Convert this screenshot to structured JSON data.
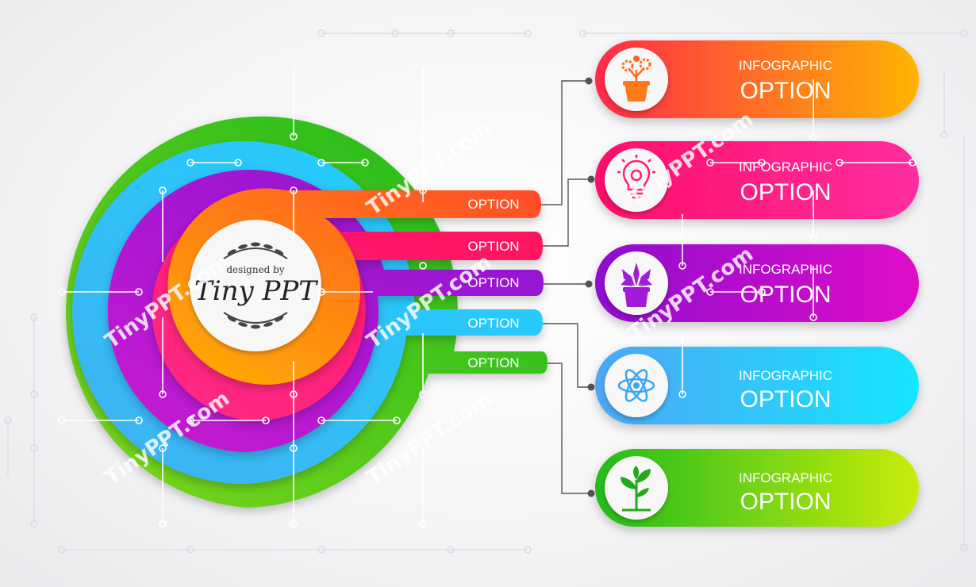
{
  "branding": {
    "logo_small": "designed by",
    "logo_big": "Tiny PPT",
    "watermark": "TinyPPT.com"
  },
  "tabs": [
    {
      "label": "OPTION",
      "color": "#ff6a1a"
    },
    {
      "label": "OPTION",
      "color": "#ff1f6b"
    },
    {
      "label": "OPTION",
      "color": "#9b1fd6"
    },
    {
      "label": "OPTION",
      "color": "#35b4f4"
    },
    {
      "label": "OPTION",
      "color": "#2fbf10"
    }
  ],
  "cards": [
    {
      "small": "INFOGRAPHIC",
      "big": "OPTION",
      "icon": "flower-pot-icon",
      "colors": [
        "#ff2a4a",
        "#ffb400"
      ]
    },
    {
      "small": "INFOGRAPHIC",
      "big": "OPTION",
      "icon": "lightbulb-gear-icon",
      "colors": [
        "#ff0f6a",
        "#ff2e9f"
      ]
    },
    {
      "small": "INFOGRAPHIC",
      "big": "OPTION",
      "icon": "succulent-pot-icon",
      "colors": [
        "#8e10cf",
        "#e011c7"
      ]
    },
    {
      "small": "INFOGRAPHIC",
      "big": "OPTION",
      "icon": "atom-icon",
      "colors": [
        "#4da6f5",
        "#15e6ff"
      ]
    },
    {
      "small": "INFOGRAPHIC",
      "big": "OPTION",
      "icon": "sprout-icon",
      "colors": [
        "#22bc1c",
        "#c8ec0b"
      ]
    }
  ]
}
